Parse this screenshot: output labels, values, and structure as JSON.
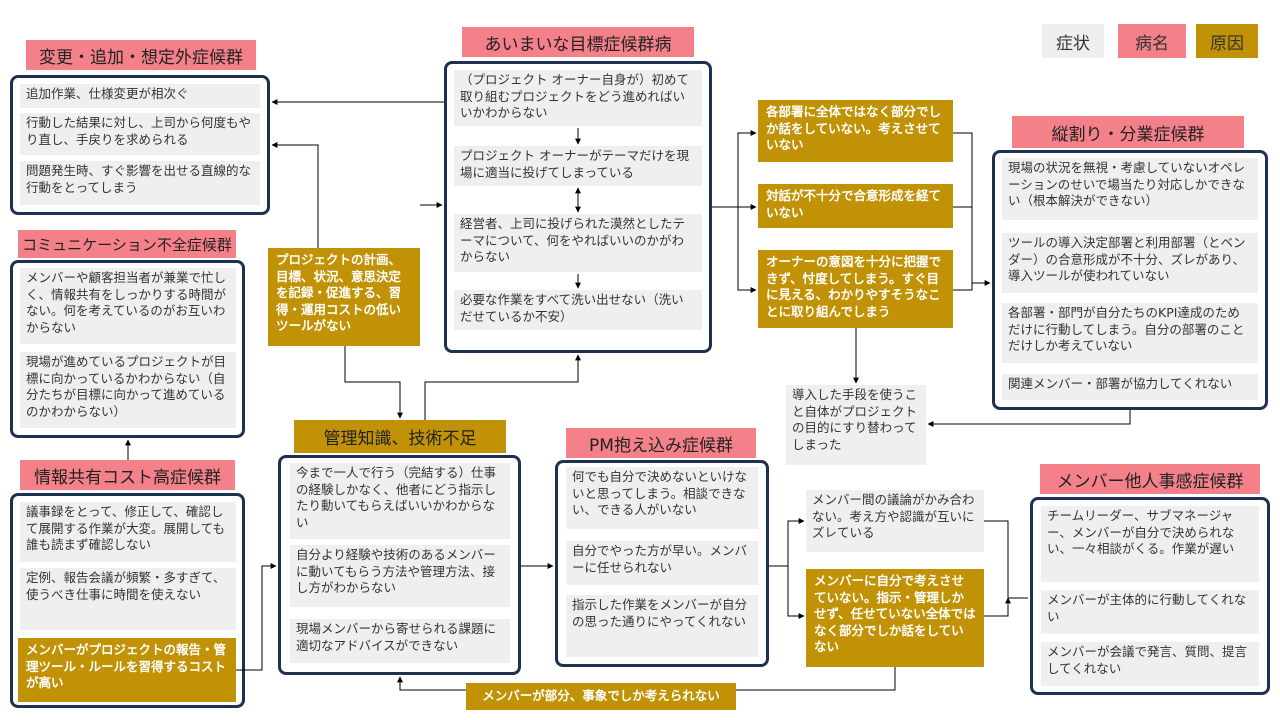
{
  "legend": {
    "symptom": "症状",
    "disease": "病名",
    "cause": "原因"
  },
  "change_group": {
    "title": "変更・追加・想定外症候群",
    "items": [
      "追加作業、仕様変更が相次ぐ",
      "行動した結果に対し、上司から何度もやり直し、手戻りを求められる",
      "問題発生時、すぐ影響を出せる直線的な行動をとってしまう"
    ]
  },
  "comm_group": {
    "title": "コミュニケーション不全症候群",
    "items": [
      "メンバーや顧客担当者が兼業で忙しく、情報共有をしっかりする時間がない。何を考えているのがお互いわからない",
      "現場が進めているプロジェクトが目標に向かっているかわからない（自分たちが目標に向かって進めているのかわからない）"
    ]
  },
  "info_group": {
    "title": "情報共有コスト高症候群",
    "items": [
      "議事録をとって、修正して、確認して展開する作業が大変。展開しても誰も読まず確認しない",
      "定例、報告会議が頻繁・多すぎて、使うべき仕事に時間を使えない"
    ],
    "cause": "メンバーがプロジェクトの報告・管理ツール・ルールを習得するコストが高い"
  },
  "tool_cause": "プロジェクトの計画、目標、状況、意思決定を記録・促進する、習得・運用コストの低いツールがない",
  "vague_group": {
    "title": "あいまいな目標症候群病",
    "items": [
      "（プロジェクト オーナー自身が）初めて取り組むプロジェクトをどう進めればいいかわからない",
      "プロジェクト オーナーがテーマだけを現場に適当に投げてしまっている",
      "経営者、上司に投げられた漠然としたテーマについて、何をやればいいのかがわからない",
      "必要な作業をすべて洗い出せない（洗いだせているか不安）"
    ]
  },
  "mgmt_group": {
    "title": "管理知識、技術不足",
    "items": [
      "今まで一人で行う（完結する）仕事の経験しかなく、他者にどう指示したり動いてもらえばいいかわからない",
      "自分より経験や技術のあるメンバーに動いてもらう方法や管理方法、接し方がわからない",
      "現場メンバーから寄せられる課題に適切なアドバイスができない"
    ]
  },
  "pm_group": {
    "title": "PM抱え込み症候群",
    "items": [
      "何でも自分で決めないといけないと思ってしまう。相談できない、できる人がいない",
      "自分でやった方が早い。メンバーに任せられない",
      "指示した作業をメンバーが自分の思った通りにやってくれない"
    ]
  },
  "causes_mid": [
    "各部署に全体ではなく部分でしか話をしていない。考えさせていない",
    "対話が不十分で合意形成を経ていない",
    "オーナーの意図を十分に把握できず、忖度してしまう。すぐ目に見える、わかりやすそうなことに取り組んでしまう"
  ],
  "means_symptom": "導入した手段を使うこと自体がプロジェクトの目的にすり替わってしまった",
  "silo_group": {
    "title": "縦割り・分業症候群",
    "items": [
      "現場の状況を無視・考慮していないオペレーションのせいで場当たり対応しかできない（根本解決ができない）",
      "ツールの導入決定部署と利用部署（とベンダー）の合意形成が不十分、ズレがあり、導入ツールが使われていない",
      "各部署・部門が自分たちのKPI達成のためだけに行動してしまう。自分の部署のことだけしか考えていない",
      "関連メンバー・部署が協力してくれない"
    ]
  },
  "member_symptom": "メンバー間の議論がかみ合わない。考え方や認識が互いにズレている",
  "member_cause": "メンバーに自分で考えさせていない。指示・管理しかせず、任せていない全体ではなく部分でしか話をしていない",
  "bottom_cause": "メンバーが部分、事象でしか考えられない",
  "other_group": {
    "title": "メンバー他人事感症候群",
    "items": [
      "チームリーダー、サブマネージャー、メンバーが自分で決められない、一々相談がくる。作業が遅い",
      "メンバーが主体的に行動してくれない",
      "メンバーが会議で発言、質問、提言してくれない"
    ]
  },
  "colors": {
    "disease": "#f4808a",
    "cause": "#c19205",
    "symptom": "#efefef",
    "border": "#1f3150"
  }
}
